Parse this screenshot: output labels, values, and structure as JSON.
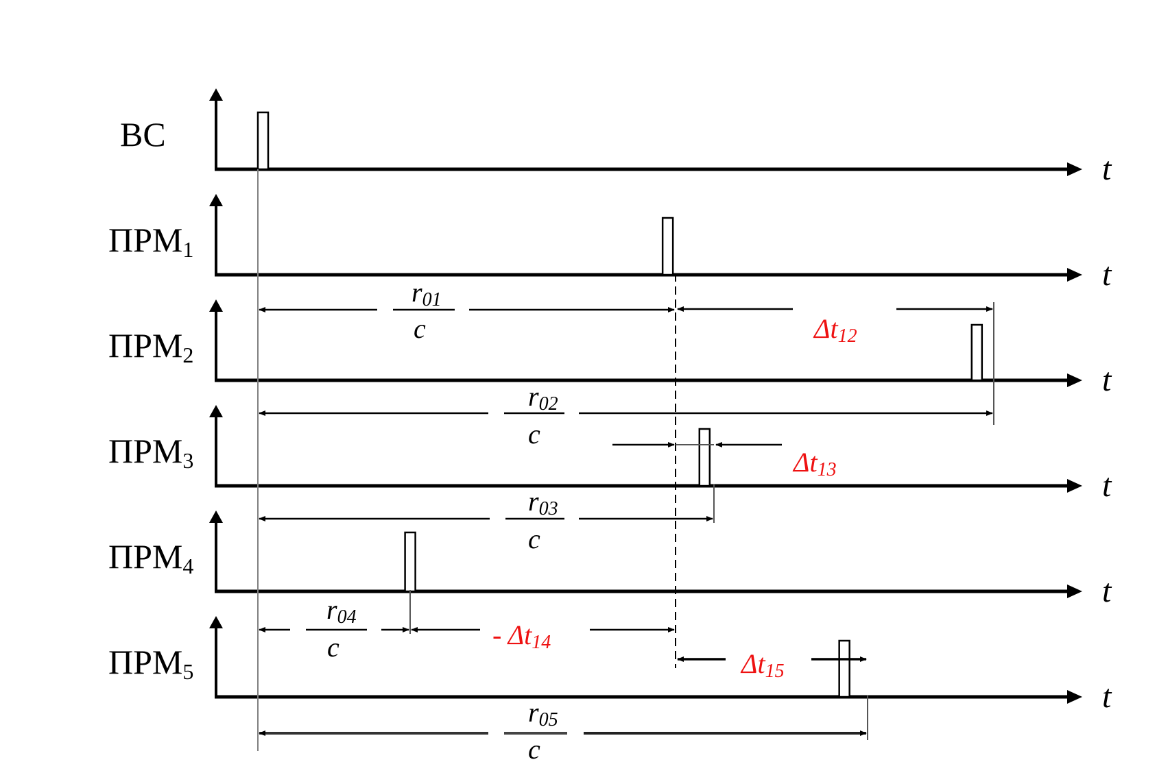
{
  "diagram": {
    "title": "Timing diagram of signal arrival at receivers",
    "time_axis_label": "t",
    "accent_color": "#ee1111",
    "line_color": "#000000",
    "reference_line_color": "#808080",
    "channels": [
      {
        "id": "bc",
        "label": "ВС",
        "subscript": "",
        "pulse_time": 0.0
      },
      {
        "id": "prm1",
        "label": "ПРМ",
        "subscript": "1",
        "pulse_time": 0.55
      },
      {
        "id": "prm2",
        "label": "ПРМ",
        "subscript": "2",
        "pulse_time": 0.97
      },
      {
        "id": "prm3",
        "label": "ПРМ",
        "subscript": "3",
        "pulse_time": 0.6
      },
      {
        "id": "prm4",
        "label": "ПРМ",
        "subscript": "4",
        "pulse_time": 0.2
      },
      {
        "id": "prm5",
        "label": "ПРМ",
        "subscript": "5",
        "pulse_time": 0.79
      }
    ],
    "range_delays": [
      {
        "id": "r01",
        "numerator": "r",
        "subscript": "01",
        "denominator": "c",
        "channel": "prm1"
      },
      {
        "id": "r02",
        "numerator": "r",
        "subscript": "02",
        "denominator": "c",
        "channel": "prm2"
      },
      {
        "id": "r03",
        "numerator": "r",
        "subscript": "03",
        "denominator": "c",
        "channel": "prm3"
      },
      {
        "id": "r04",
        "numerator": "r",
        "subscript": "04",
        "denominator": "c",
        "channel": "prm4"
      },
      {
        "id": "r05",
        "numerator": "r",
        "subscript": "05",
        "denominator": "c",
        "channel": "prm5"
      }
    ],
    "time_differences": [
      {
        "id": "dt12",
        "prefix": "",
        "symbol": "Δt",
        "subscript": "12",
        "from": "prm1",
        "to": "prm2"
      },
      {
        "id": "dt13",
        "prefix": "",
        "symbol": "Δt",
        "subscript": "13",
        "from": "prm1",
        "to": "prm3"
      },
      {
        "id": "dt14",
        "prefix": "- ",
        "symbol": "Δt",
        "subscript": "14",
        "from": "prm4",
        "to": "prm1"
      },
      {
        "id": "dt15",
        "prefix": "",
        "symbol": "Δt",
        "subscript": "15",
        "from": "prm1",
        "to": "prm5"
      }
    ]
  }
}
